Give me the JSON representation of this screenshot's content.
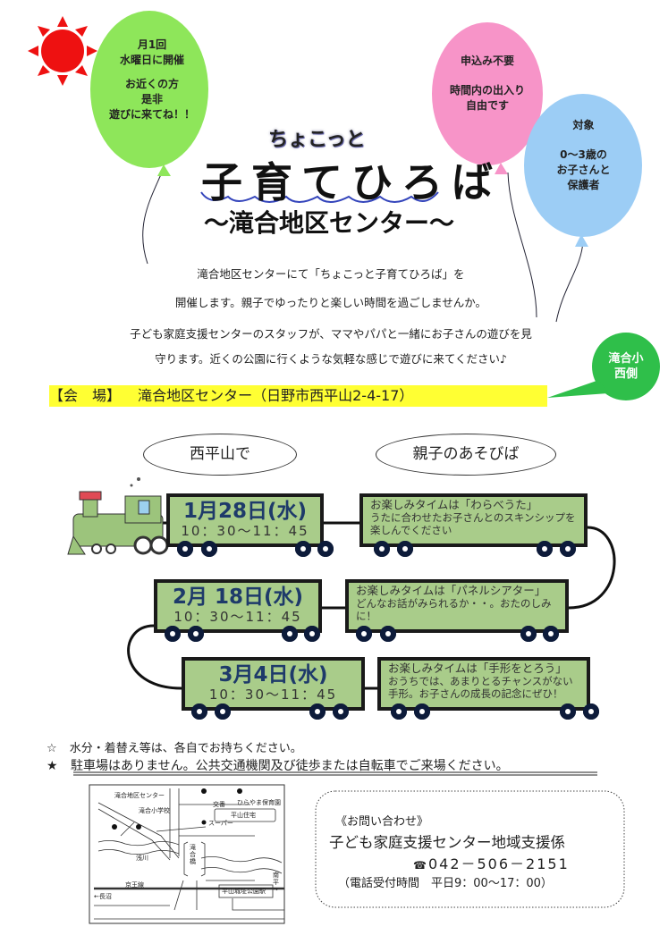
{
  "balloons": {
    "green": {
      "line1": "月1回",
      "line2": "水曜日に開催",
      "line3": "お近くの方",
      "line4": "是非",
      "line5": "遊びに来てね！！"
    },
    "pink": {
      "line1": "申込み不要",
      "line2": "時間内の出入り",
      "line3": "自由です"
    },
    "blue": {
      "line1": "対象",
      "line2": "0～3歳の",
      "line3": "お子さんと",
      "line4": "保護者"
    }
  },
  "title": {
    "small": "ちょこっと",
    "main": "子育てひろば",
    "sub": "～滝合地区センター～"
  },
  "intro": [
    "滝合地区センターにて「ちょこっと子育てひろば」を",
    "開催します。親子でゆったりと楽しい時間を過ごしませんか。",
    "子ども家庭支援センターのスタッフが、ママやパパと一緒にお子さんの遊びを見",
    "守ります。近くの公園に行くような気軽な感じで遊びに来てください♪"
  ],
  "venue": {
    "label": "【会　場】",
    "value": "滝合地区センター（日野市西平山2-4-17）",
    "bubble1": "滝合小",
    "bubble2": "西側"
  },
  "clouds": {
    "left": "西平山で",
    "right": "親子のあそびば"
  },
  "sessions": [
    {
      "date": "1月28日(水)",
      "time": "10：30～11：45",
      "title": "お楽しみタイムは「わらべうた」",
      "desc": "うたに合わせたお子さんとのスキンシップを楽しんでください"
    },
    {
      "date": "2月 18日(水)",
      "time": "10：30～11：45",
      "title": "お楽しみタイムは「パネルシアター」",
      "desc": "どんなお話がみられるか・・。おたのしみに！"
    },
    {
      "date": "3月4日(水)",
      "time": "10：30～11：45",
      "title": "お楽しみタイムは「手形をとろう」",
      "desc": "おうちでは、あまりとるチャンスがない手形。お子さんの成長の記念にぜひ！"
    }
  ],
  "notes": [
    {
      "mark": "☆",
      "text": "水分・着替え等は、各自でお持ちください。"
    },
    {
      "mark": "★",
      "text": "駐車場はありません。公共交通機関及び徒歩または自転車でご来場ください。"
    }
  ],
  "map": {
    "center": "滝合地区センター",
    "school": "滝合小学校",
    "police": "交番",
    "nursery": "ひらやま保育園",
    "housing": "平山住宅",
    "super": "スーパー",
    "bridge": "滝合橋",
    "river": "浅川",
    "line": "京王線",
    "west": "←長沼",
    "east": "南平→",
    "station": "平山城址公園駅"
  },
  "contact": {
    "heading": "《お問い合わせ》",
    "org": "子ども家庭支援センター地域支援係",
    "phone_icon": "☎",
    "phone": "042－506－2151",
    "hours": "（電話受付時間　平日9：00～17：00）"
  },
  "colors": {
    "green_balloon": "#8ee65a",
    "pink_balloon": "#f794c8",
    "blue_balloon": "#9ccdf5",
    "car": "#a9cc8a",
    "venue_bar": "#ffff33",
    "sun": "#ee1111"
  }
}
